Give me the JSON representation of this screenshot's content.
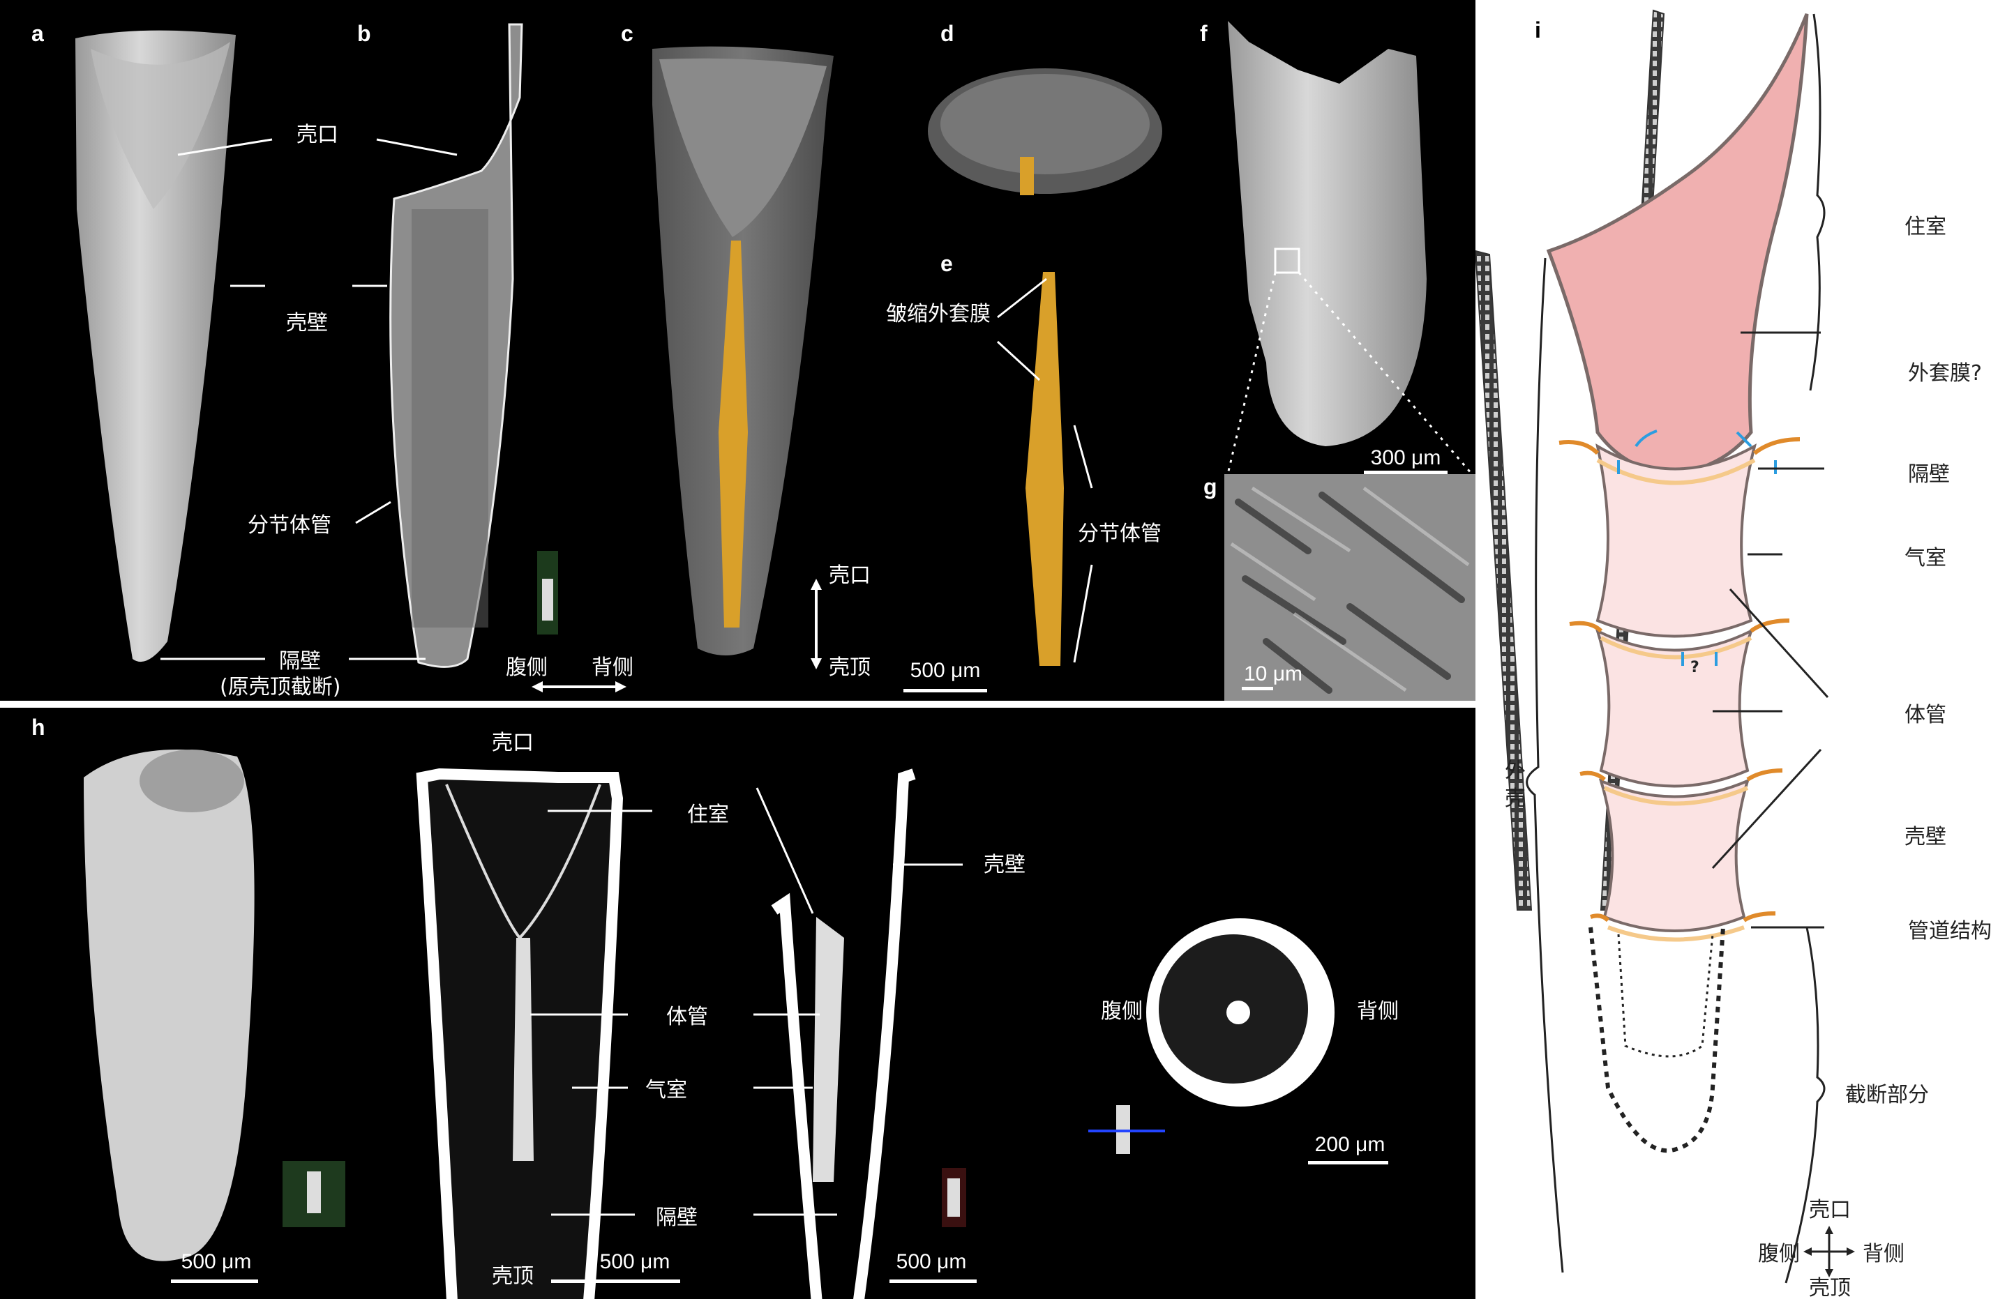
{
  "panel_labels": {
    "a": "a",
    "b": "b",
    "c": "c",
    "d": "d",
    "e": "e",
    "f": "f",
    "g": "g",
    "h": "h",
    "i": "i"
  },
  "panel_a": {
    "aperture": "壳口",
    "wall": "壳壁",
    "septum": "隔壁",
    "septum_note": "(原壳顶截断)"
  },
  "panel_b": {
    "siphuncle": "分节体管"
  },
  "orientation": {
    "aperture": "壳口",
    "apex": "壳顶",
    "ventral": "腹侧",
    "dorsal": "背侧"
  },
  "panel_e": {
    "wrinkled_mantle": "皱缩外套膜",
    "siphuncle": "分节体管"
  },
  "scale_bars": {
    "ce": "500 μm",
    "f": "300 μm",
    "g": "10 μm",
    "h1": "500 μm",
    "h2": "500 μm",
    "h3": "500 μm",
    "h4": "200 μm"
  },
  "panel_h": {
    "aperture": "壳口",
    "living_chamber": "住室",
    "wall": "壳壁",
    "siphuncle": "体管",
    "camera": "气室",
    "septum": "隔壁",
    "apex": "壳顶",
    "ventral": "腹侧",
    "dorsal": "背侧"
  },
  "panel_i": {
    "living_chamber": "住室",
    "mantle": "外套膜?",
    "septum": "隔壁",
    "camera": "气室",
    "siphuncle": "体管",
    "wall": "壳壁",
    "canal": "管道结构",
    "outer_shell_1": "外",
    "outer_shell_2": "壳",
    "truncated": "截断部分",
    "question": "?",
    "compass_up": "壳口",
    "compass_down": "壳顶",
    "compass_left": "腹侧",
    "compass_right": "背侧"
  },
  "colors": {
    "background": "#000000",
    "siphuncle_3d": "#d9a02a",
    "living_chamber_fill": "#f0b0b0",
    "camera_fill": "#fbe3e3",
    "septum_orange": "#e08a2a",
    "septum_light": "#f5c98a",
    "arrow_blue": "#2b9de0",
    "wall_dark": "#3a3a3a"
  }
}
